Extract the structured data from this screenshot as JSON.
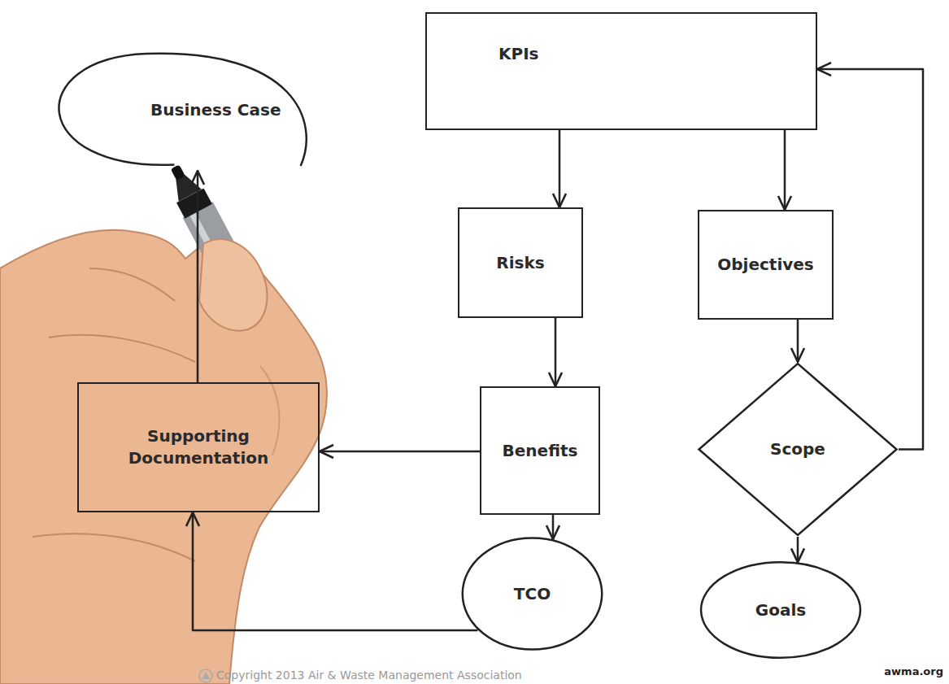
{
  "diagram": {
    "nodes": [
      {
        "text": [
          "Business Case"
        ]
      },
      {
        "text": [
          "KPIs"
        ]
      },
      {
        "text": [
          "Risks"
        ]
      },
      {
        "text": [
          "Objectives"
        ]
      },
      {
        "text": [
          "Supporting Documentation"
        ]
      },
      {
        "text": [
          "Benefits"
        ]
      },
      {
        "text": [
          "Scope"
        ]
      },
      {
        "text": [
          "TCO"
        ]
      },
      {
        "text": [
          "Goals"
        ]
      }
    ],
    "edges": [
      {
        "from": 1,
        "to": 2,
        "arrow": "to"
      },
      {
        "from": 1,
        "to": 3,
        "arrow": "to"
      },
      {
        "from": 2,
        "to": 5,
        "arrow": "to"
      },
      {
        "from": 3,
        "to": 6,
        "arrow": "to"
      },
      {
        "from": 6,
        "to": 1,
        "arrow": "to"
      },
      {
        "from": 6,
        "to": 8,
        "arrow": "to"
      },
      {
        "from": 5,
        "to": 4,
        "arrow": "to"
      },
      {
        "from": 5,
        "to": 7,
        "arrow": "to"
      },
      {
        "from": 7,
        "to": 4,
        "arrow": "to"
      },
      {
        "from": 4,
        "to": 0,
        "arrow": "to"
      }
    ],
    "labels": [
      "Copyright 2013 Air & Waste Management Association",
      "awma.org"
    ]
  }
}
